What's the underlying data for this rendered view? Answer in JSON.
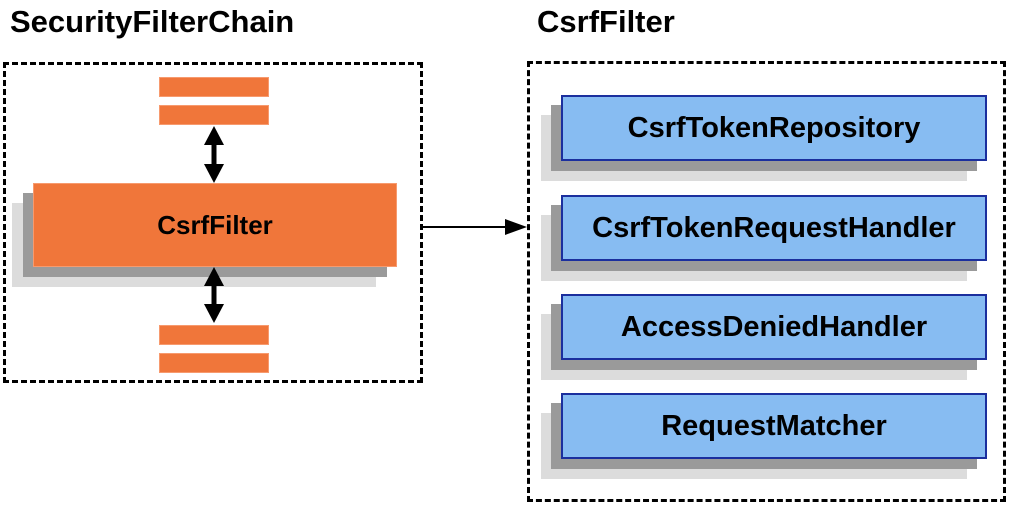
{
  "diagram": {
    "left_panel": {
      "title": "SecurityFilterChain",
      "filter_box_label": "CsrfFilter",
      "placeholder_bar_count": 4
    },
    "right_panel": {
      "title": "CsrfFilter",
      "components": [
        "CsrfTokenRepository",
        "CsrfTokenRequestHandler",
        "AccessDeniedHandler",
        "RequestMatcher"
      ]
    },
    "icons": {
      "up_down_arrow": "↕",
      "right_arrow": "→"
    },
    "colors": {
      "orange": "#F0763A",
      "orange_edge": "#F79A6E",
      "blue_fill": "#87BCF2",
      "blue_border": "#1B2F9E",
      "shadow_dark": "#9A9A9A",
      "shadow_light": "#DCDCDC",
      "arrow": "#000000"
    }
  }
}
